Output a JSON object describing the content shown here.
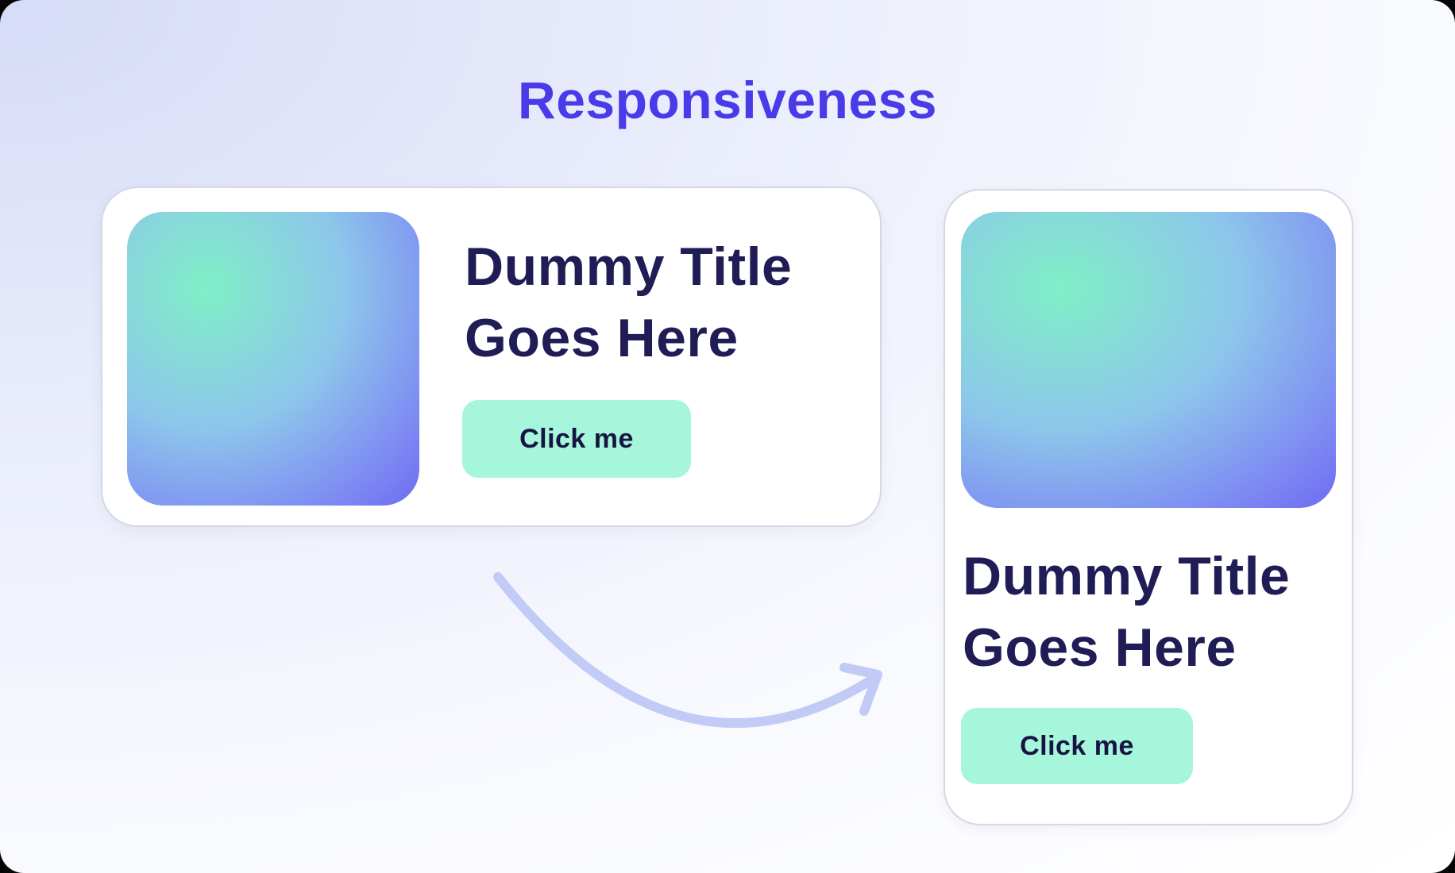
{
  "page": {
    "title": "Responsiveness"
  },
  "colors": {
    "accent": "#4A3BE8",
    "card_title": "#201C55",
    "button_bg": "#A5F6DA",
    "button_text": "#171443",
    "arrow": "#C2CAF6",
    "card_border": "#D5D7E3",
    "card_bg": "#FFFFFF",
    "bg_top": "#D6DBF8",
    "bg_bottom": "#FFFFFF",
    "thumb_mint": "#80EFC6",
    "thumb_blue": "#8DC6EB",
    "thumb_periwinkle": "#7C85F3",
    "thumb_indigo": "#5A4BEF"
  },
  "cards": [
    {
      "layout": "horizontal",
      "title_line1": "Dummy Title",
      "title_line2": "Goes Here",
      "button_label": "Click me"
    },
    {
      "layout": "vertical",
      "title_line1": "Dummy Title",
      "title_line2": "Goes Here",
      "button_label": "Click me"
    }
  ]
}
